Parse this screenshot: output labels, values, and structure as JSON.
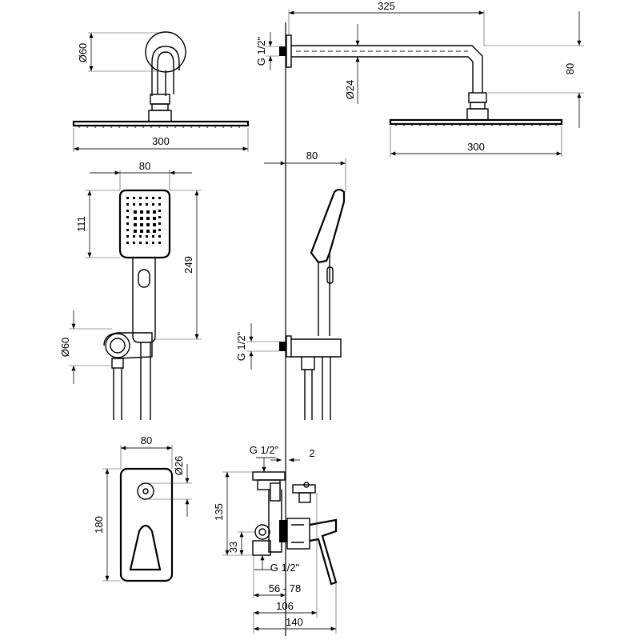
{
  "dimensions": {
    "overhead_arm_length": "325",
    "wall_thread_overhead": "G 1/2\"",
    "arm_drop": "80",
    "arm_tube_diameter": "Ø24",
    "wall_flange_diameter_top": "Ø60",
    "rain_head_width_front": "300",
    "rain_head_width_side": "300",
    "hand_shower_width": "80",
    "hand_shower_head_length": "111",
    "hand_shower_total_length": "249",
    "wall_outlet_diameter": "Ø60",
    "hand_shower_depth": "80",
    "wall_thread_outlet": "G 1/2\"",
    "trim_plate_width": "80",
    "trim_plate_height": "180",
    "diverter_knob_diameter": "Ø26",
    "valve_inlet_thread_top": "G 1/2\"",
    "plaster_gap": "2",
    "valve_height": "135",
    "valve_inlet_offset": "33",
    "valve_inlet_thread_bottom": "G 1/2\"",
    "install_depth_range": "56 - 78",
    "valve_depth": "106",
    "overall_depth": "140"
  }
}
